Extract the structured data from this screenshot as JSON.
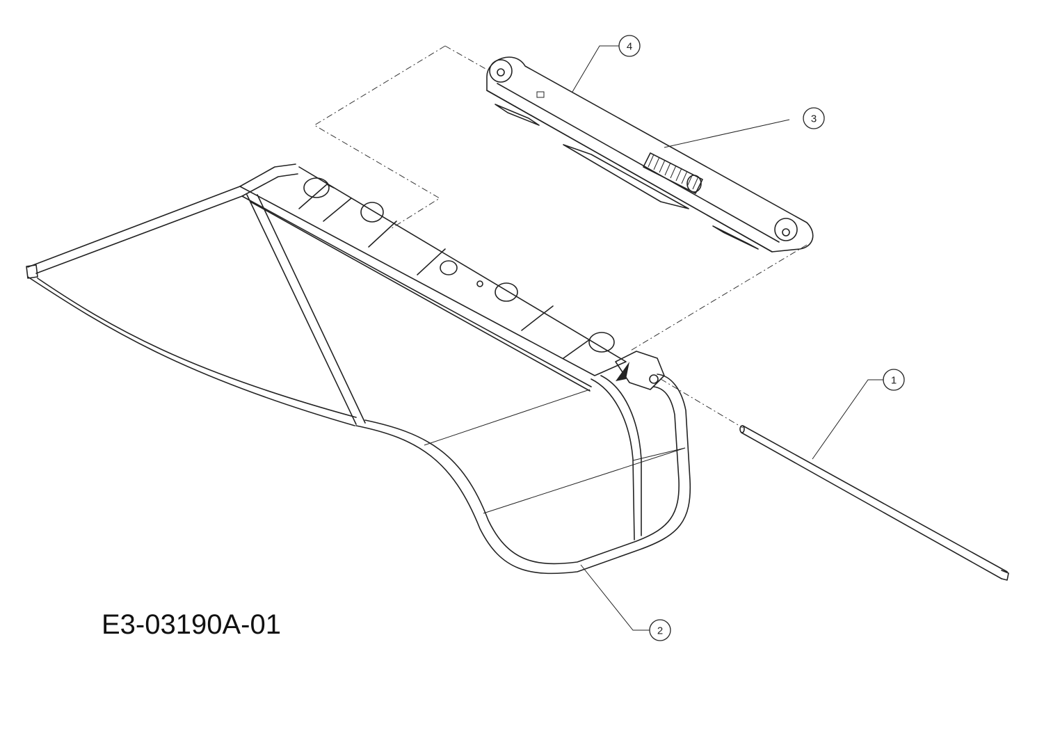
{
  "drawing_code": "E3-03190A-01",
  "callouts": [
    "1",
    "2",
    "3",
    "4"
  ],
  "colors": {
    "line": "#222222",
    "background": "#ffffff"
  }
}
